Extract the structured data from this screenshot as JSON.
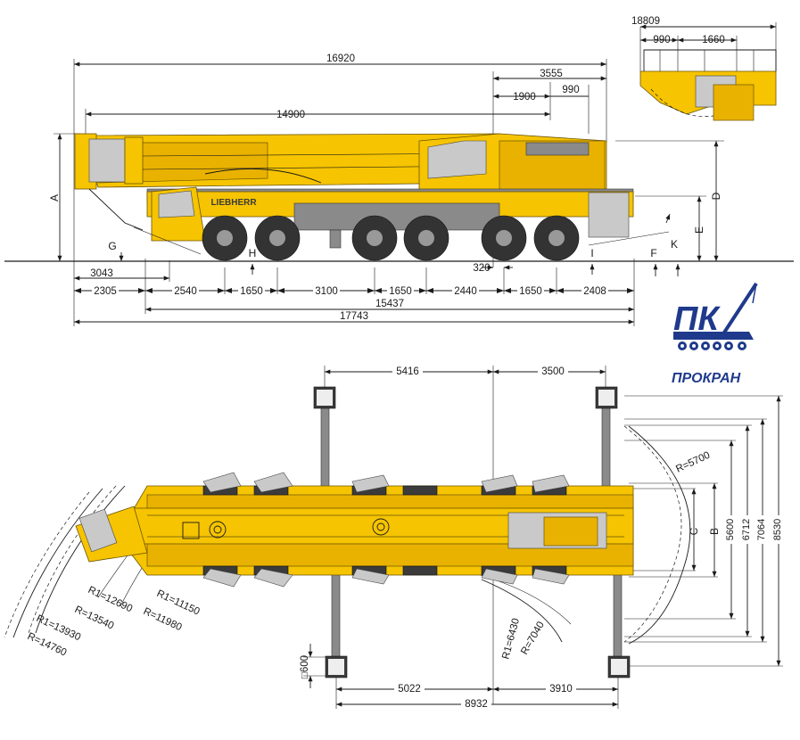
{
  "side_view": {
    "dims": {
      "d16920": "16920",
      "d14900": "14900",
      "d3555": "3555",
      "d1900": "1900",
      "d990": "990",
      "d3043": "3043",
      "d320": "320",
      "d2305": "2305",
      "d2540": "2540",
      "d1650a": "1650",
      "d3100": "3100",
      "d1650b": "1650",
      "d2440": "2440",
      "d1650c": "1650",
      "d2408": "2408",
      "d15437": "15437",
      "d17743": "17743"
    },
    "letters": {
      "A": "A",
      "D": "D",
      "E": "E",
      "G": "G",
      "H": "H",
      "I": "I",
      "F": "F",
      "K": "K"
    },
    "brand": "LIEBHERR"
  },
  "detail_view": {
    "dims": {
      "d18809": "18809",
      "d990": "990",
      "d1660": "1660"
    }
  },
  "top_view": {
    "dims": {
      "d5416": "5416",
      "d3500": "3500",
      "d5022": "5022",
      "d3910": "3910",
      "d8932": "8932",
      "d600": "□600",
      "r5700": "R=5700",
      "r6430": "R1=6430",
      "r7040": "R=7040",
      "r11150": "R1=11150",
      "r11980": "R=11980",
      "r12690": "R1=12690",
      "r13540": "R=13540",
      "r13930": "R1=13930",
      "r14760": "R=14760",
      "d5600": "5600",
      "d6712": "6712",
      "d7064": "7064",
      "d8530": "8530"
    },
    "letters": {
      "B": "B",
      "C": "C"
    }
  },
  "logo": {
    "mark": "ПК",
    "name": "ПРОКРАН",
    "color": "#1f3a8c"
  },
  "colors": {
    "crane_yellow": "#f6c400",
    "logo_blue": "#1f3a8c"
  }
}
